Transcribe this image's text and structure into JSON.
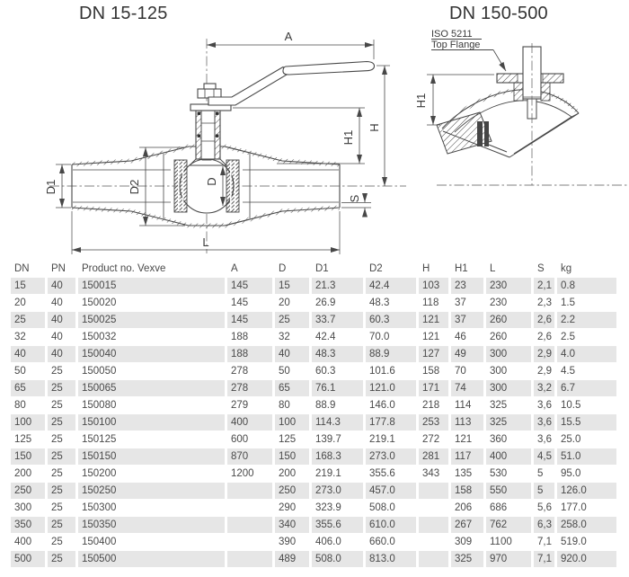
{
  "diagrams": {
    "left": {
      "title": "DN 15-125",
      "labels": {
        "A": "A",
        "H": "H",
        "H1": "H1",
        "D": "D",
        "D1": "D1",
        "D2": "D2",
        "L": "L",
        "S": "S"
      }
    },
    "right": {
      "title": "DN 150-500",
      "note_line1": "ISO 5211",
      "note_line2": "Top Flange",
      "labels": {
        "H1": "H1"
      }
    }
  },
  "table": {
    "columns": [
      "DN",
      "PN",
      "Product no. Vexve",
      "A",
      "D",
      "D1",
      "D2",
      "H",
      "H1",
      "L",
      "S",
      "kg"
    ],
    "rows": [
      [
        "15",
        "40",
        "150015",
        "145",
        "15",
        "21.3",
        "42.4",
        "103",
        "23",
        "230",
        "2,1",
        "0.8"
      ],
      [
        "20",
        "40",
        "150020",
        "145",
        "20",
        "26.9",
        "48.3",
        "118",
        "37",
        "230",
        "2,3",
        "1.5"
      ],
      [
        "25",
        "40",
        "150025",
        "145",
        "25",
        "33.7",
        "60.3",
        "121",
        "37",
        "260",
        "2,6",
        "2.2"
      ],
      [
        "32",
        "40",
        "150032",
        "188",
        "32",
        "42.4",
        "70.0",
        "121",
        "46",
        "260",
        "2,6",
        "2.5"
      ],
      [
        "40",
        "40",
        "150040",
        "188",
        "40",
        "48.3",
        "88.9",
        "127",
        "49",
        "300",
        "2,9",
        "4.0"
      ],
      [
        "50",
        "25",
        "150050",
        "278",
        "50",
        "60.3",
        "101.6",
        "158",
        "70",
        "300",
        "2,9",
        "4.5"
      ],
      [
        "65",
        "25",
        "150065",
        "278",
        "65",
        "76.1",
        "121.0",
        "171",
        "74",
        "300",
        "3,2",
        "6.7"
      ],
      [
        "80",
        "25",
        "150080",
        "279",
        "80",
        "88.9",
        "146.0",
        "218",
        "114",
        "325",
        "3,6",
        "10.5"
      ],
      [
        "100",
        "25",
        "150100",
        "400",
        "100",
        "114.3",
        "177.8",
        "253",
        "113",
        "325",
        "3,6",
        "15.5"
      ],
      [
        "125",
        "25",
        "150125",
        "600",
        "125",
        "139.7",
        "219.1",
        "272",
        "121",
        "360",
        "3,6",
        "25.0"
      ],
      [
        "150",
        "25",
        "150150",
        "870",
        "150",
        "168.3",
        "273.0",
        "281",
        "117",
        "400",
        "4,5",
        "51.0"
      ],
      [
        "200",
        "25",
        "150200",
        "1200",
        "200",
        "219.1",
        "355.6",
        "343",
        "135",
        "530",
        "5",
        "95.0"
      ],
      [
        "250",
        "25",
        "150250",
        "",
        "250",
        "273.0",
        "457.0",
        "",
        "158",
        "550",
        "5",
        "126.0"
      ],
      [
        "300",
        "25",
        "150300",
        "",
        "290",
        "323.9",
        "508.0",
        "",
        "206",
        "686",
        "5,6",
        "177.0"
      ],
      [
        "350",
        "25",
        "150350",
        "",
        "340",
        "355.6",
        "610.0",
        "",
        "267",
        "762",
        "6,3",
        "258.0"
      ],
      [
        "400",
        "25",
        "150400",
        "",
        "390",
        "406.0",
        "660.0",
        "",
        "309",
        "1100",
        "7,1",
        "519.0"
      ],
      [
        "500",
        "25",
        "150500",
        "",
        "489",
        "508.0",
        "813.0",
        "",
        "325",
        "970",
        "7,1",
        "920.0"
      ]
    ]
  },
  "colors": {
    "stripe": "#e6e6e6",
    "line": "#474747",
    "text": "#4a4a4a",
    "title": "#333333"
  }
}
